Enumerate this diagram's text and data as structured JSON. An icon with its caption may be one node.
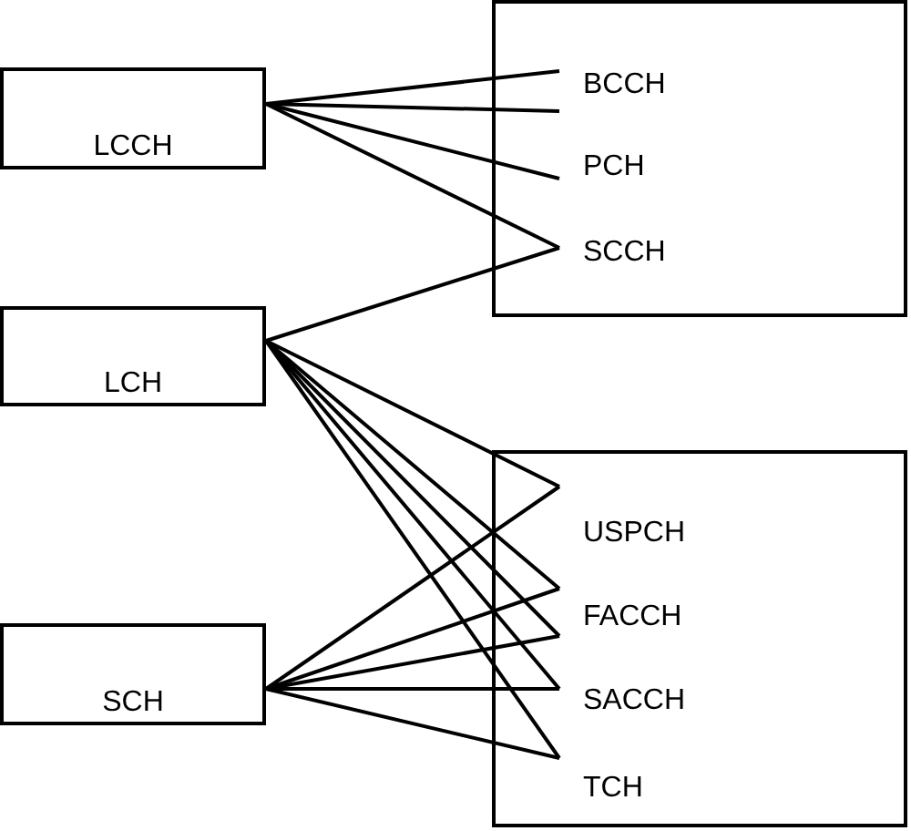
{
  "diagram": {
    "nodes": [
      {
        "text": [
          "LCCH"
        ]
      },
      {
        "text": [
          "LCH"
        ]
      },
      {
        "text": [
          "SCH"
        ]
      },
      {
        "text": [],
        "shape": "box"
      },
      {
        "text": [
          "BCCH"
        ],
        "in": 3
      },
      {
        "text": [
          "PCH"
        ],
        "in": 3
      },
      {
        "text": [
          "SCCH"
        ],
        "in": 3
      },
      {
        "text": [],
        "shape": "box"
      },
      {
        "text": [
          "USPCH"
        ],
        "in": 7
      },
      {
        "text": [
          "FACCH"
        ],
        "in": 7
      },
      {
        "text": [
          "SACCH"
        ],
        "in": 7
      },
      {
        "text": [
          "TCH"
        ],
        "in": 7
      }
    ],
    "edges": [
      {
        "from": 0,
        "to": 4,
        "arrow": "none"
      },
      {
        "from": 0,
        "to": 4,
        "arrow": "none"
      },
      {
        "from": 0,
        "to": 5,
        "arrow": "none"
      },
      {
        "from": 0,
        "to": 6,
        "arrow": "none"
      },
      {
        "from": 1,
        "to": 6,
        "arrow": "none"
      },
      {
        "from": 1,
        "to": 8,
        "arrow": "none"
      },
      {
        "from": 1,
        "to": 9,
        "arrow": "none"
      },
      {
        "from": 1,
        "to": 9,
        "arrow": "none"
      },
      {
        "from": 1,
        "to": 10,
        "arrow": "none"
      },
      {
        "from": 1,
        "to": 11,
        "arrow": "none"
      },
      {
        "from": 2,
        "to": 8,
        "arrow": "none"
      },
      {
        "from": 2,
        "to": 9,
        "arrow": "none"
      },
      {
        "from": 2,
        "to": 9,
        "arrow": "none"
      },
      {
        "from": 2,
        "to": 10,
        "arrow": "none"
      },
      {
        "from": 2,
        "to": 11,
        "arrow": "none"
      }
    ]
  }
}
